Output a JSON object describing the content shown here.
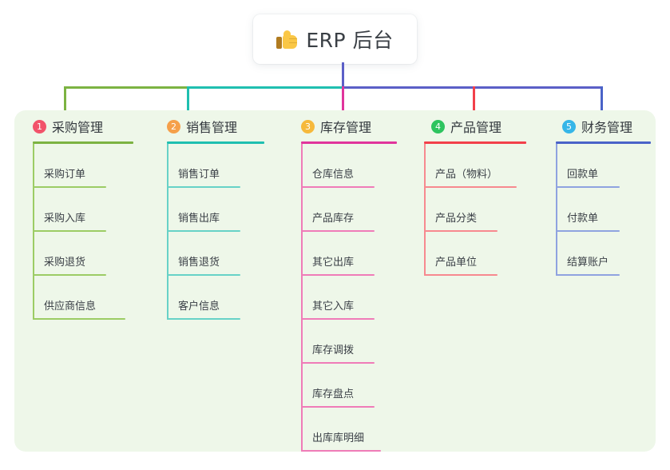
{
  "root": {
    "icon": "thumbs-up-icon",
    "title": "ERP 后台"
  },
  "palette": {
    "panel_bg": "#eef7e9",
    "page_bg": "#ffffff",
    "text": "#33383e",
    "trunk": "#5b5fc7"
  },
  "branches": [
    {
      "number": "1",
      "title": "采购管理",
      "badge_color": "#f2536a",
      "line_color": "#7cb342",
      "leaf_line_color": "#9ccc65",
      "items": [
        "采购订单",
        "采购入库",
        "采购退货",
        "供应商信息"
      ],
      "rule_widths": [
        92,
        92,
        92,
        116
      ]
    },
    {
      "number": "2",
      "title": "销售管理",
      "badge_color": "#f5a04a",
      "line_color": "#1fbfb0",
      "leaf_line_color": "#67d2c7",
      "items": [
        "销售订单",
        "销售出库",
        "销售退货",
        "客户信息"
      ],
      "rule_widths": [
        92,
        92,
        92,
        92
      ]
    },
    {
      "number": "3",
      "title": "库存管理",
      "badge_color": "#f6b93b",
      "line_color": "#e0359c",
      "leaf_line_color": "#ef7cb8",
      "items": [
        "仓库信息",
        "产品库存",
        "其它出库",
        "其它入库",
        "库存调拨",
        "库存盘点",
        "出库库明细"
      ],
      "rule_widths": [
        92,
        92,
        92,
        92,
        92,
        92,
        100
      ]
    },
    {
      "number": "4",
      "title": "产品管理",
      "badge_color": "#2ec45f",
      "line_color": "#f2404a",
      "leaf_line_color": "#f7898f",
      "items": [
        "产品（物料）",
        "产品分类",
        "产品单位"
      ],
      "rule_widths": [
        116,
        92,
        92
      ]
    },
    {
      "number": "5",
      "title": "财务管理",
      "badge_color": "#36b6e8",
      "line_color": "#4a63c8",
      "leaf_line_color": "#8fa3e0",
      "items": [
        "回款单",
        "付款单",
        "结算账户"
      ],
      "rule_widths": [
        80,
        80,
        80
      ]
    }
  ],
  "connector": {
    "segments": [
      {
        "name": "seg-green",
        "color": "#7cb342"
      },
      {
        "name": "seg-teal",
        "color": "#1fbfb0"
      },
      {
        "name": "seg-blue",
        "color": "#5b5fc7"
      }
    ],
    "drops": [
      {
        "name": "drop-1",
        "color": "#7cb342"
      },
      {
        "name": "drop-2",
        "color": "#1fbfb0"
      },
      {
        "name": "drop-3",
        "color": "#e0359c"
      },
      {
        "name": "drop-4",
        "color": "#f2404a"
      },
      {
        "name": "drop-5",
        "color": "#4a63c8"
      }
    ]
  }
}
